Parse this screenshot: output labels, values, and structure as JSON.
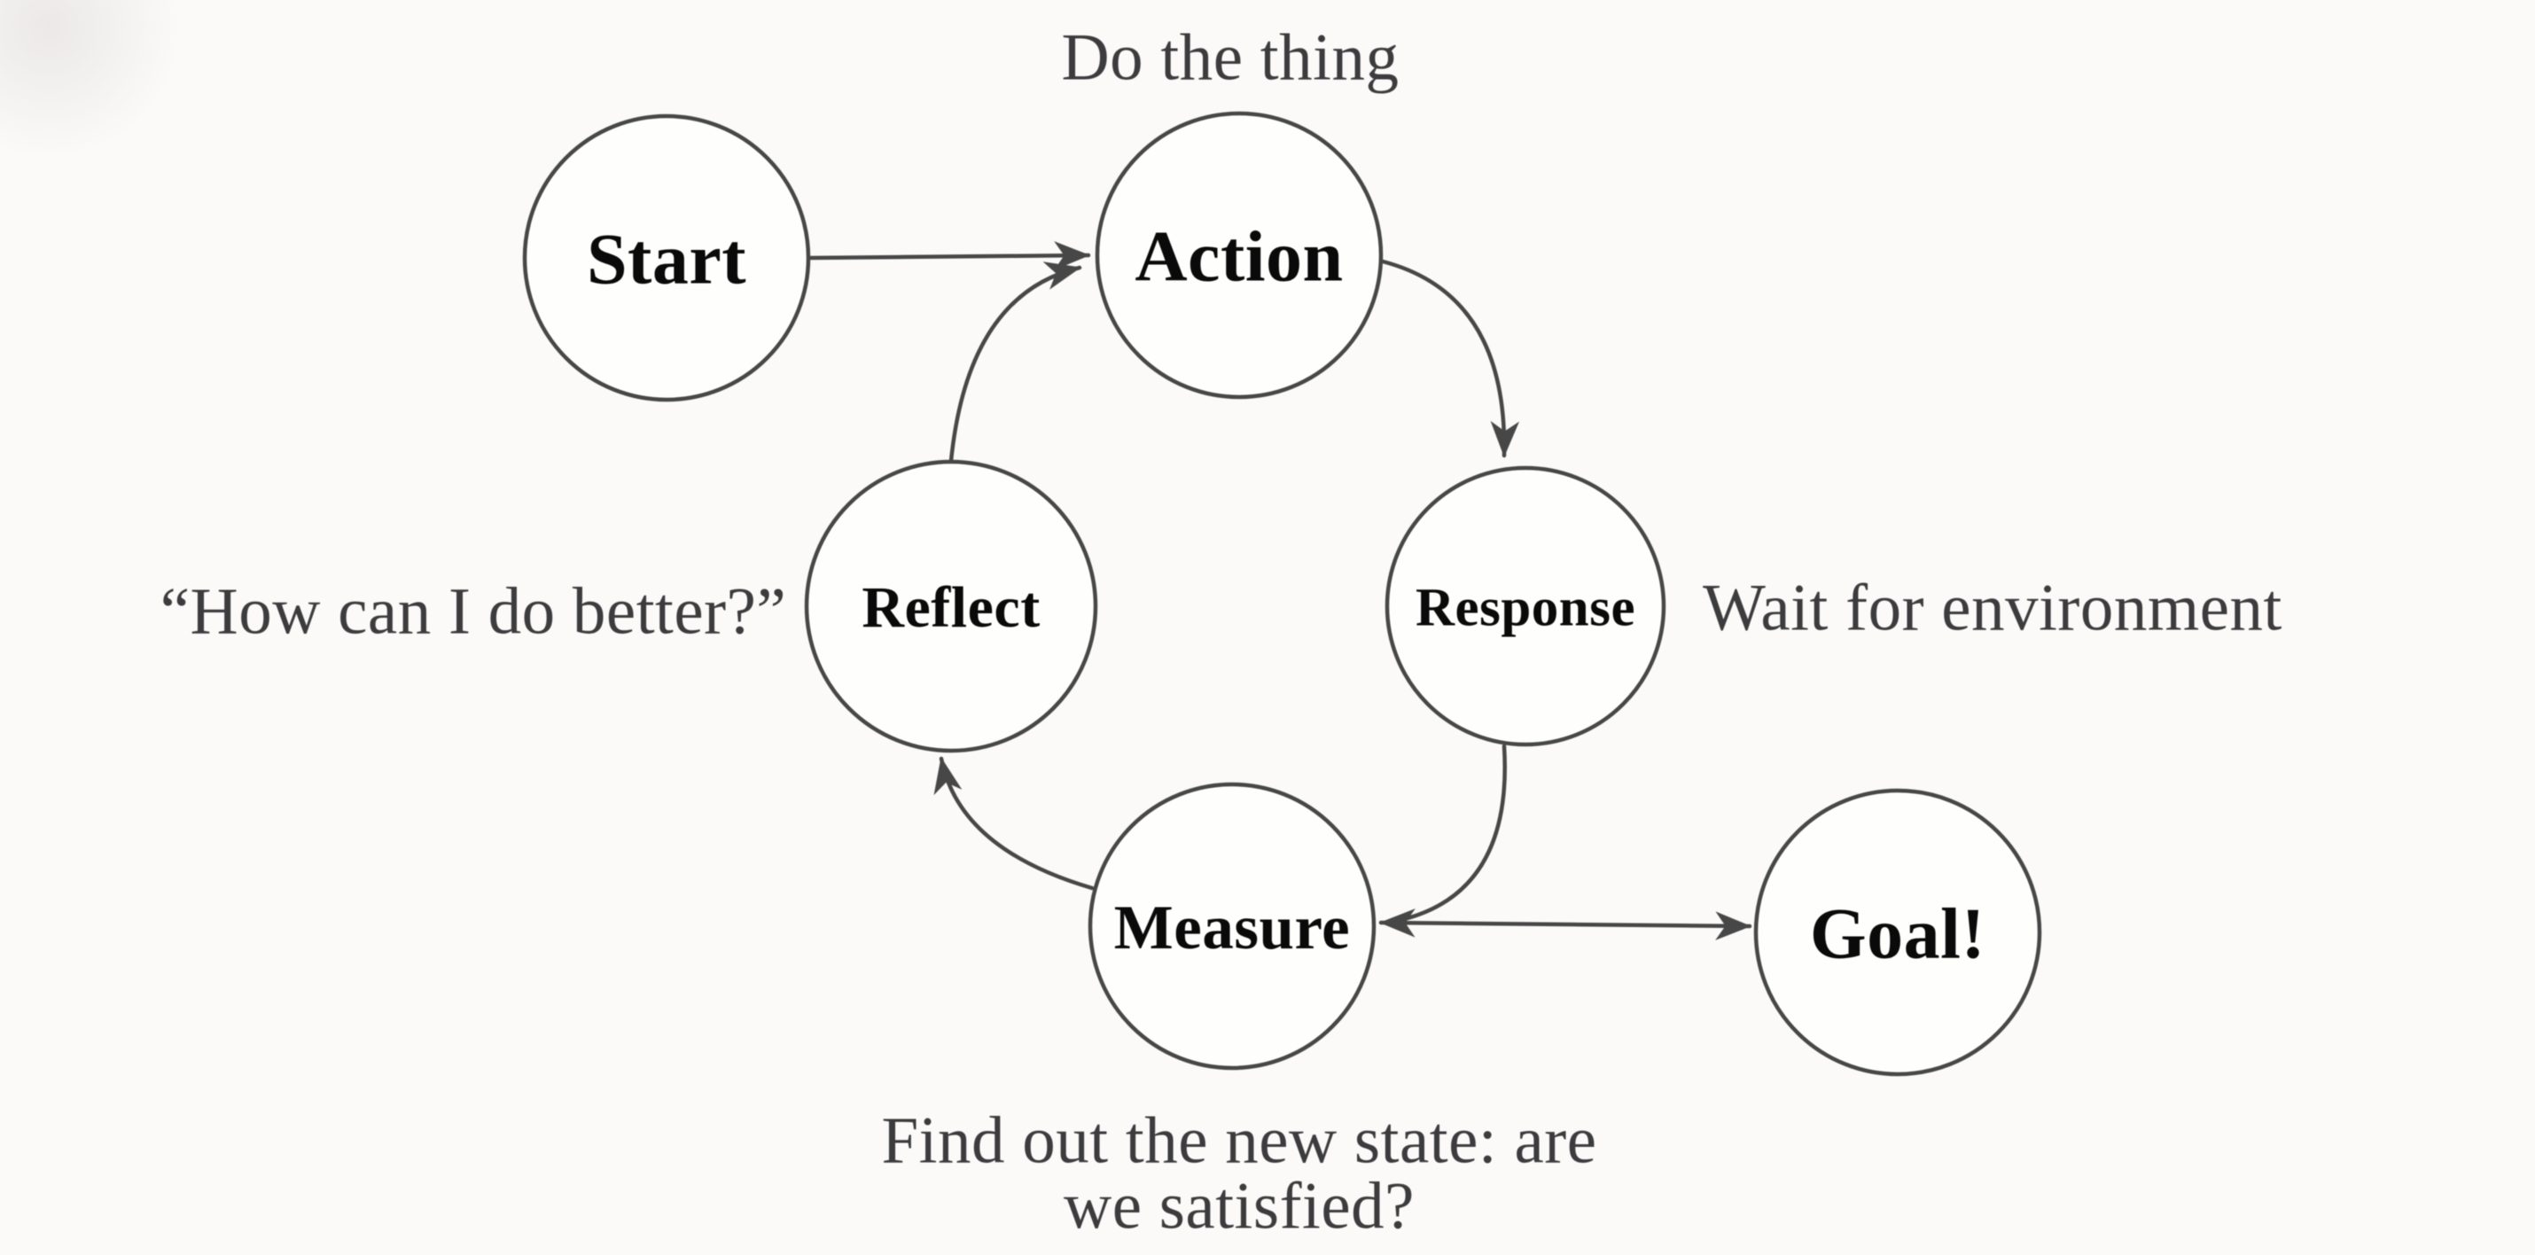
{
  "diagram": {
    "title_hint": "feedback-loop state diagram",
    "colors": {
      "background_color": "#fbfaf9",
      "node_fill": "#fefefd",
      "line_color": "#474747",
      "node_text_color": "#0a0a0a",
      "annotation_text_color": "#3c3c3e"
    },
    "nodes": {
      "start": {
        "label": "Start"
      },
      "action": {
        "label": "Action"
      },
      "response": {
        "label": "Response"
      },
      "reflect": {
        "label": "Reflect"
      },
      "measure": {
        "label": "Measure"
      },
      "goal": {
        "label": "Goal!"
      }
    },
    "annotations": {
      "action_note": "Do the thing",
      "reflect_note": "“How can I do better?”",
      "response_note": "Wait for environment",
      "measure_note_line1": "Find out the new state: are",
      "measure_note_line2": "we satisfied?"
    },
    "edges": [
      {
        "from": "Start",
        "to": "Action",
        "line": "straight",
        "arrowheads": "single"
      },
      {
        "from": "Reflect",
        "to": "Action",
        "line": "curved",
        "arrowheads": "single"
      },
      {
        "from": "Action",
        "to": "Response",
        "line": "curved",
        "arrowheads": "single"
      },
      {
        "from": "Response",
        "to": "Measure",
        "line": "curved",
        "arrowheads": "single"
      },
      {
        "from": "Measure",
        "to": "Reflect",
        "line": "curved",
        "arrowheads": "single"
      },
      {
        "from": "Measure",
        "to": "Goal!",
        "line": "straight",
        "arrowheads": "double"
      }
    ]
  }
}
